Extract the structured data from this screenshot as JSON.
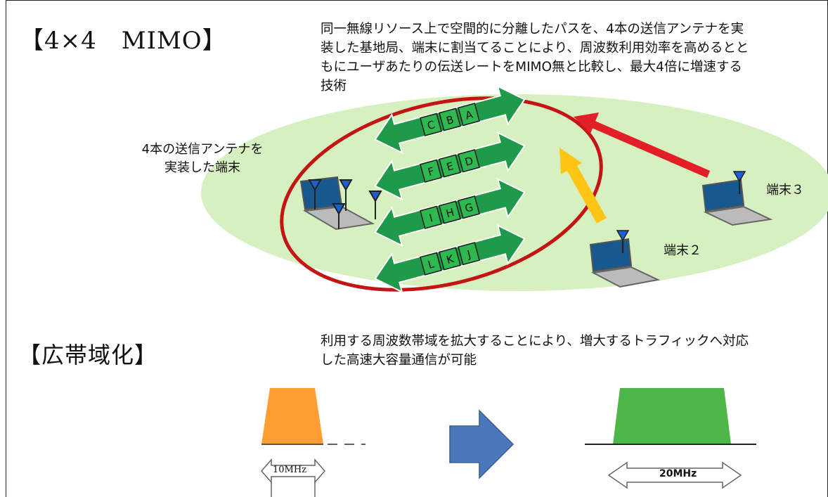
{
  "mimo": {
    "heading": "【4×4　MIMO】",
    "description": "同一無線リソース上で空間的に分離したパスを、4本の送信アンテナを実\n装した基地局、端末に割当てることにより、周波数利用効率を高めるとと\nもにユーザあたりの伝送レートをMIMO無と比較し、最大4倍に増速する\n技術",
    "antenna_terminal_label": "4本の送信アンテナを\n実装した端末",
    "terminal2_label": "端末２",
    "terminal3_label": "端末３",
    "streams": [
      [
        "C",
        "B",
        "A"
      ],
      [
        "F",
        "E",
        "D"
      ],
      [
        "I",
        "H",
        "G"
      ],
      [
        "L",
        "K",
        "J"
      ]
    ]
  },
  "broadband": {
    "heading": "【広帯域化】",
    "description": "利用する周波数帯域を拡大することにより、増大するトラフィックへ対応\nした高速大容量通信が可能",
    "before_bandwidth": "10MHz",
    "after_bandwidth": "20MHz"
  },
  "colors": {
    "ellipse_fill": "#d7f0c0",
    "stream_arrow": "#1e9a4a",
    "block_fill": "#2fb84f",
    "ring": "#c41414",
    "red_arrow": "#e21f26",
    "yellow_arrow": "#ffc516",
    "orange_band": "#ff9e33",
    "green_band": "#4cb748",
    "blue_arrow": "#4a78b8"
  }
}
